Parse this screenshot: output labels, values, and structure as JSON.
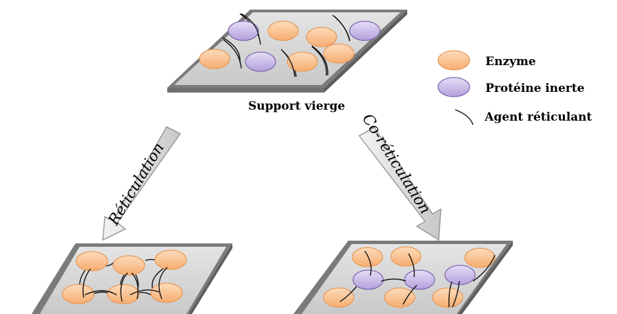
{
  "labels": {
    "top_support": "Support vierge",
    "arrow_left": "Réticulation",
    "arrow_right": "Co-réticulation"
  },
  "legend": {
    "enzyme": "Enzyme",
    "inert_protein": "Protéine inerte",
    "crosslinker": "Agent réticulant"
  },
  "colors": {
    "enzyme_fill": "#fbc79b",
    "enzyme_stroke": "#e89a59",
    "protein_fill": "#cdbfe8",
    "protein_stroke": "#7e69b0",
    "plate_top": "#d6d6d6",
    "plate_edge": "#8a8a8a",
    "arrow_fill": "#e2e2e2",
    "arrow_stroke": "#8e8e8e"
  }
}
